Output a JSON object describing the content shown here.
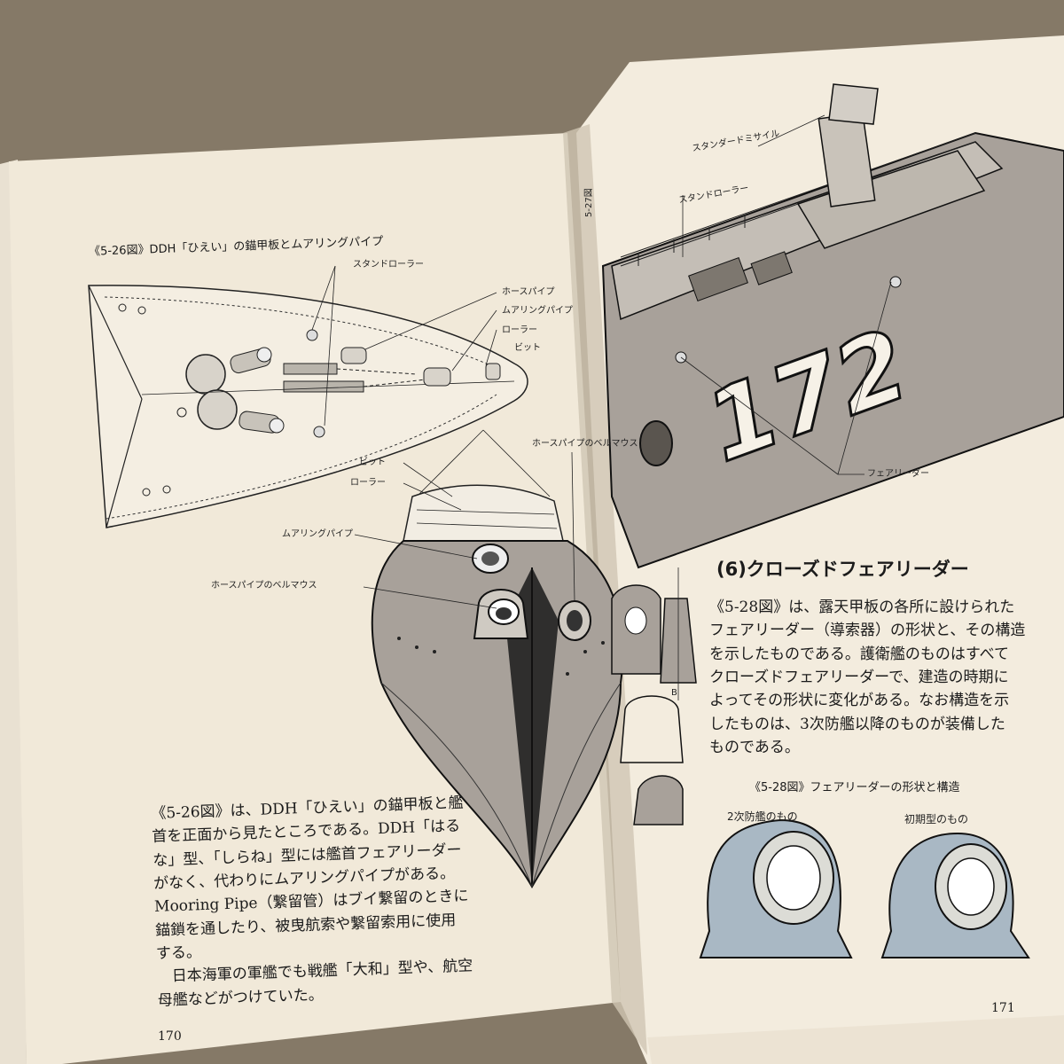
{
  "left_page": {
    "caption": "《5-26図》DDH「ひえい」の錨甲板とムアリングパイプ",
    "plan_labels": {
      "stand_roller": "スタンドローラー",
      "hose_pipe": "ホースパイプ",
      "mooring_pipe": "ムアリングパイプ",
      "roller": "ローラー",
      "bitt": "ビット"
    },
    "bow_labels": {
      "bitt": "ビット",
      "roller": "ローラー",
      "mooring_pipe": "ムアリングパイプ",
      "hose_pipe_bellmouth": "ホースパイプのベルマウス",
      "hose_pipe_bellmouth_right": "ホースパイプのベルマウス"
    },
    "body_lines": [
      "《5-26図》は、DDH「ひえい」の錨甲板と艦",
      "首を正面から見たところである。DDH「はる",
      "な」型、「しらね」型には艦首フェアリーダー",
      "がなく、代わりにムアリングパイプがある。",
      "Mooring Pipe（繋留管）はブイ繋留のときに",
      "錨鎖を通したり、被曳航索や繋留索用に使用",
      "する。",
      "　日本海軍の軍艦でも戦艦「大和」型や、航空",
      "母艦などがつけていた。"
    ],
    "page_number": "170"
  },
  "right_page": {
    "side_caption": "5-27図",
    "labels": {
      "standard_missile": "スタンダードミサイル",
      "stand_roller": "スタンドローラー",
      "fairleader": "フェアリーダー"
    },
    "hull_number": "172",
    "heading": "(6)クローズドフェアリーダー",
    "body_lines": [
      "《5-28図》は、露天甲板の各所に設けられた",
      "フェアリーダー（導索器）の形状と、その構造",
      "を示したものである。護衛艦のものはすべて",
      "クローズドフェアリーダーで、建造の時期に",
      "よってその形状に変化がある。なお構造を示",
      "したものは、3次防艦以降のものが装備した",
      "ものである。"
    ],
    "figure_caption": "《5-28図》フェアリーダーの形状と構造",
    "fig_labels": {
      "second_defense": "2次防艦のもの",
      "early_type": "初期型のもの",
      "section_b": "B"
    },
    "page_number": "171"
  },
  "colors": {
    "background": "#8a7e6f",
    "paper": "#f1e9d9",
    "hull_gray": "#a8a19a",
    "fairleader_blue": "#a9b8c4"
  }
}
